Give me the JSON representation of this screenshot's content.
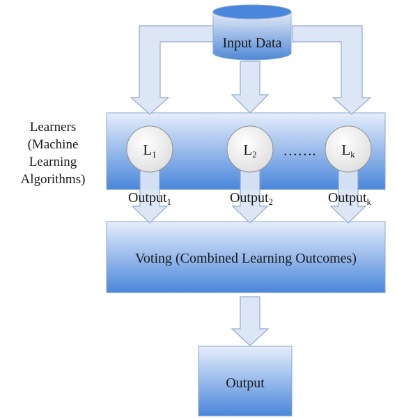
{
  "input": {
    "label": "Input Data"
  },
  "learners_group": {
    "label_lines": [
      "Learners",
      "(Machine",
      "Learning",
      "Algorithms)"
    ]
  },
  "learners": [
    {
      "base": "L",
      "sub": "1"
    },
    {
      "base": "L",
      "sub": "2"
    },
    {
      "base": "L",
      "sub": "k"
    }
  ],
  "ellipsis": "…….",
  "outputs": [
    {
      "base": "Output",
      "sub": "1"
    },
    {
      "base": "Output",
      "sub": "2"
    },
    {
      "base": "Output",
      "sub": "k"
    }
  ],
  "voting": {
    "label": "Voting (Combined Learning Outcomes)"
  },
  "final_output": {
    "label": "Output"
  },
  "colors": {
    "box_top": "#e8effb",
    "box_bottom": "#4a86db",
    "arrow_fill": "#dbe5f5",
    "arrow_stroke": "#8ea7cc",
    "circle_fill": "#f3f3f3"
  }
}
